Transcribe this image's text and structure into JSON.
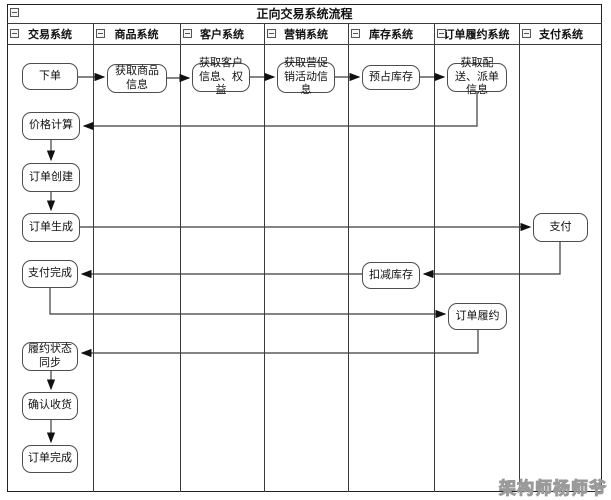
{
  "title": "正向交易系统流程",
  "watermark": "架构师杨师爷",
  "lanes": [
    {
      "label": "交易系统"
    },
    {
      "label": "商品系统"
    },
    {
      "label": "客户系统"
    },
    {
      "label": "营销系统"
    },
    {
      "label": "库存系统"
    },
    {
      "label": "订单履约系统"
    },
    {
      "label": "支付系统"
    }
  ],
  "nodes": [
    {
      "id": "place-order",
      "label": "下单",
      "lane": "交易系统"
    },
    {
      "id": "get-product-info",
      "label": "获取商品信息",
      "lane": "商品系统"
    },
    {
      "id": "get-customer-info",
      "label": "获取客户信息、权益",
      "lane": "客户系统"
    },
    {
      "id": "get-promo-info",
      "label": "获取营促销活动信息",
      "lane": "营销系统"
    },
    {
      "id": "reserve-inventory",
      "label": "预占库存",
      "lane": "库存系统"
    },
    {
      "id": "get-delivery-info",
      "label": "获取配送、派单信息",
      "lane": "订单履约系统"
    },
    {
      "id": "price-calculation",
      "label": "价格计算",
      "lane": "交易系统"
    },
    {
      "id": "order-create",
      "label": "订单创建",
      "lane": "交易系统"
    },
    {
      "id": "order-generate",
      "label": "订单生成",
      "lane": "交易系统"
    },
    {
      "id": "pay",
      "label": "支付",
      "lane": "支付系统"
    },
    {
      "id": "deduct-inventory",
      "label": "扣减库存",
      "lane": "库存系统"
    },
    {
      "id": "payment-complete",
      "label": "支付完成",
      "lane": "交易系统"
    },
    {
      "id": "order-fulfillment",
      "label": "订单履约",
      "lane": "订单履约系统"
    },
    {
      "id": "fulfillment-status-sync",
      "label": "履约状态同步",
      "lane": "交易系统"
    },
    {
      "id": "confirm-receipt",
      "label": "确认收货",
      "lane": "交易系统"
    },
    {
      "id": "order-complete",
      "label": "订单完成",
      "lane": "交易系统"
    }
  ],
  "colors": {
    "line": "#3b3b3b",
    "node_border": "#4d4d4d",
    "text": "#111111",
    "watermark_stroke": "#9a9a9a"
  }
}
